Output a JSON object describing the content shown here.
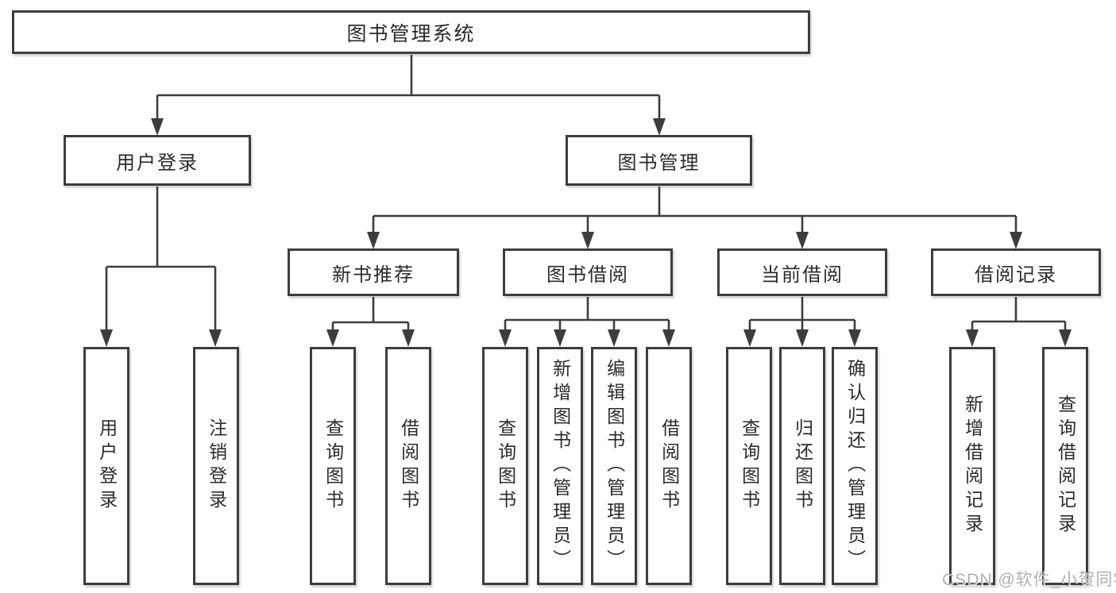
{
  "tree": {
    "root": {
      "label": "图书管理系统"
    },
    "branches": [
      {
        "label": "用户登录",
        "children": [
          {
            "label": "用户登录"
          },
          {
            "label": "注销登录"
          }
        ]
      },
      {
        "label": "图书管理",
        "children": [
          {
            "label": "新书推荐",
            "children": [
              {
                "label": "查询图书"
              },
              {
                "label": "借阅图书"
              }
            ]
          },
          {
            "label": "图书借阅",
            "children": [
              {
                "label": "查询图书"
              },
              {
                "label": "新增图书（管理员）"
              },
              {
                "label": "编辑图书（管理员）"
              },
              {
                "label": "借阅图书"
              }
            ]
          },
          {
            "label": "当前借阅",
            "children": [
              {
                "label": "查询图书"
              },
              {
                "label": "归还图书"
              },
              {
                "label": "确认归还（管理员）"
              }
            ]
          },
          {
            "label": "借阅记录",
            "children": [
              {
                "label": "新增借阅记录"
              },
              {
                "label": "查询借阅记录"
              }
            ]
          }
        ]
      }
    ]
  },
  "watermark": {
    "text": "CSDN @软件_小贺同学"
  },
  "colors": {
    "line": "#3d3d3d",
    "box_border": "#3d3d3d",
    "box_fill": "#ffffff",
    "text": "#2b2b2b",
    "background": "#ffffff",
    "watermark": "#b0b0b0"
  }
}
